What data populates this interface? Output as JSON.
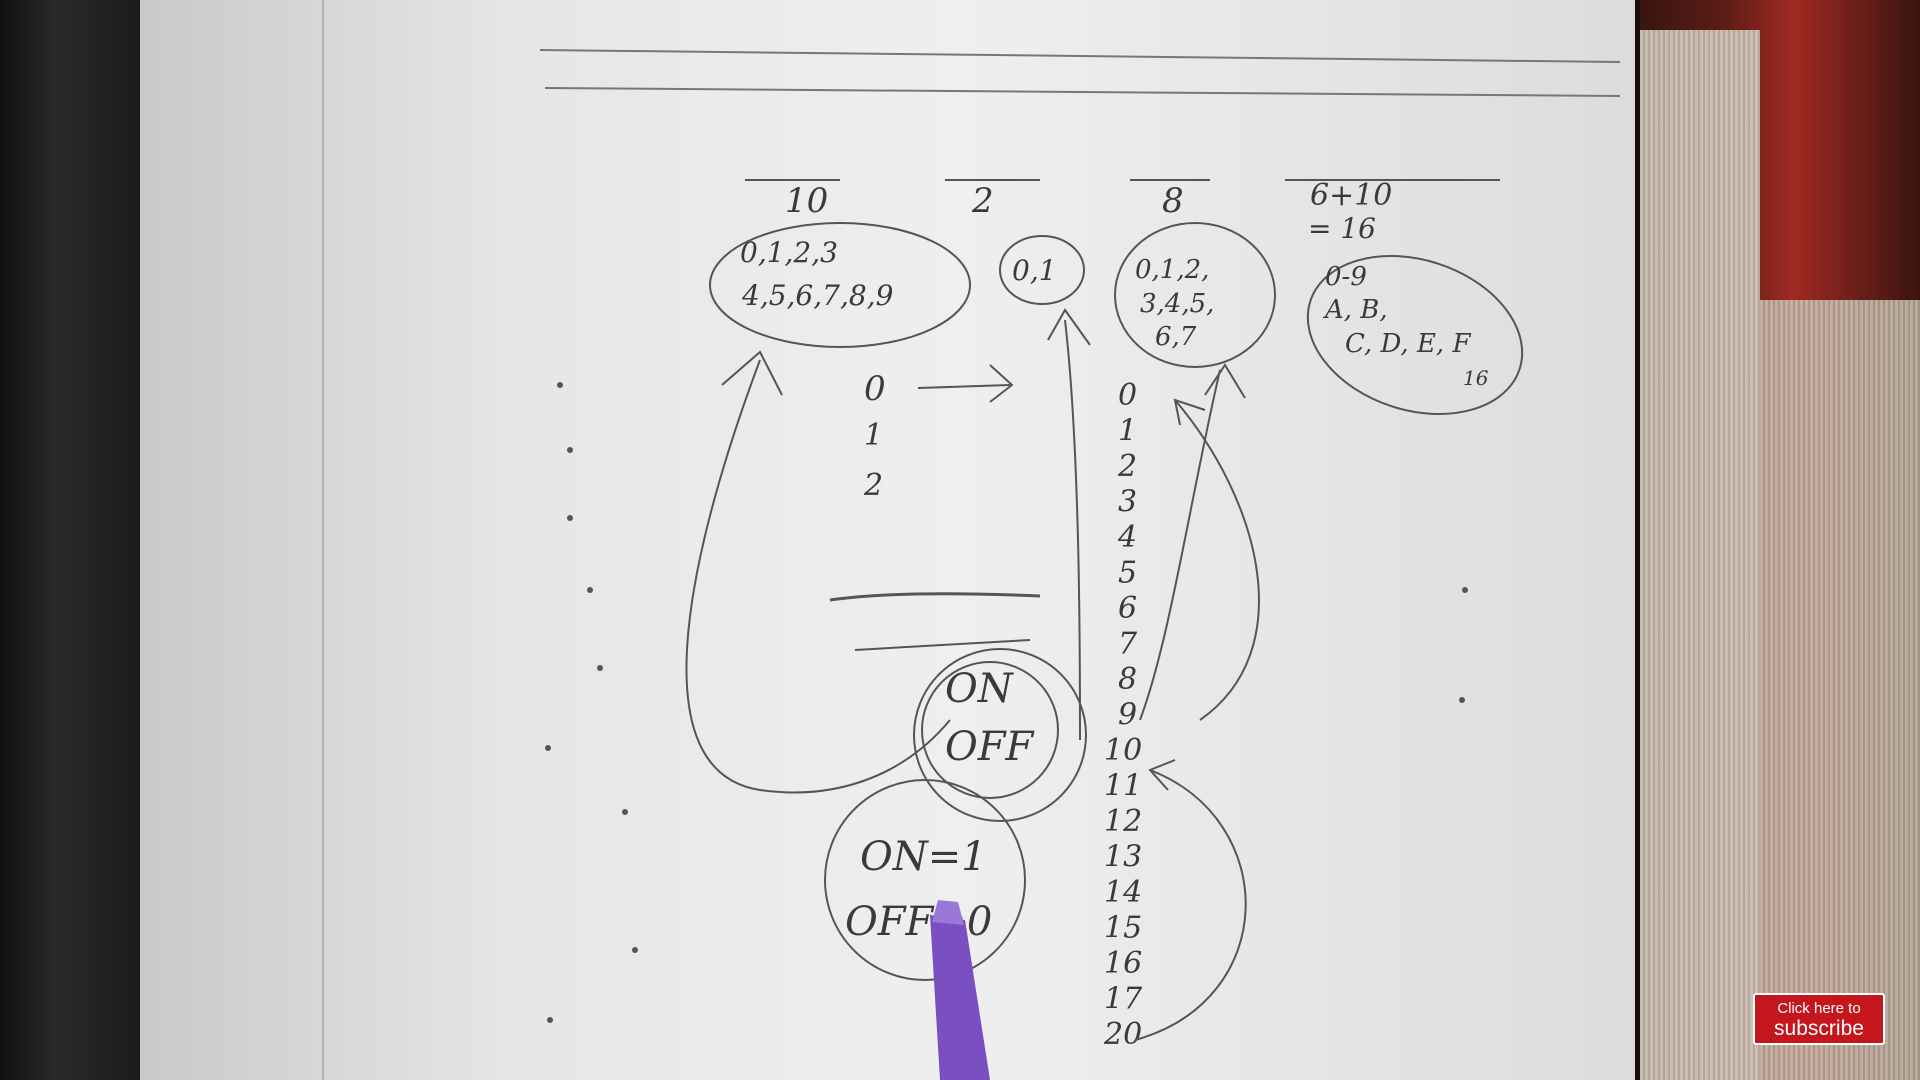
{
  "subscribe": {
    "line1": "Click here to",
    "line2": "subscribe"
  },
  "notes": {
    "number_systems": [
      {
        "base": "10",
        "digits": [
          "0,1,2,3",
          "4,5,6,7,8,9"
        ]
      },
      {
        "base": "2",
        "digits": [
          "0,1"
        ]
      },
      {
        "base": "8",
        "digits": [
          "0,1,2,",
          "3,4,5,",
          "6,7"
        ]
      },
      {
        "base": "6+10",
        "base_result": "= 16",
        "digits": [
          "0-9",
          "A, B,",
          "C, D, E, F",
          "16"
        ]
      }
    ],
    "binary_list": [
      "0",
      "1",
      "2"
    ],
    "decimal_sequence": [
      "0",
      "1",
      "2",
      "3",
      "4",
      "5",
      "6",
      "7",
      "8",
      "9",
      "10",
      "11",
      "12",
      "13",
      "14",
      "15",
      "16",
      "17",
      "20"
    ],
    "switch_states": [
      "ON",
      "OFF"
    ],
    "switch_values": [
      "ON=1",
      "OFF=0"
    ]
  },
  "colors": {
    "subscribe_bg": "#c4161c",
    "pen": "#7a4fc0",
    "ink": "#3a3a3a"
  }
}
